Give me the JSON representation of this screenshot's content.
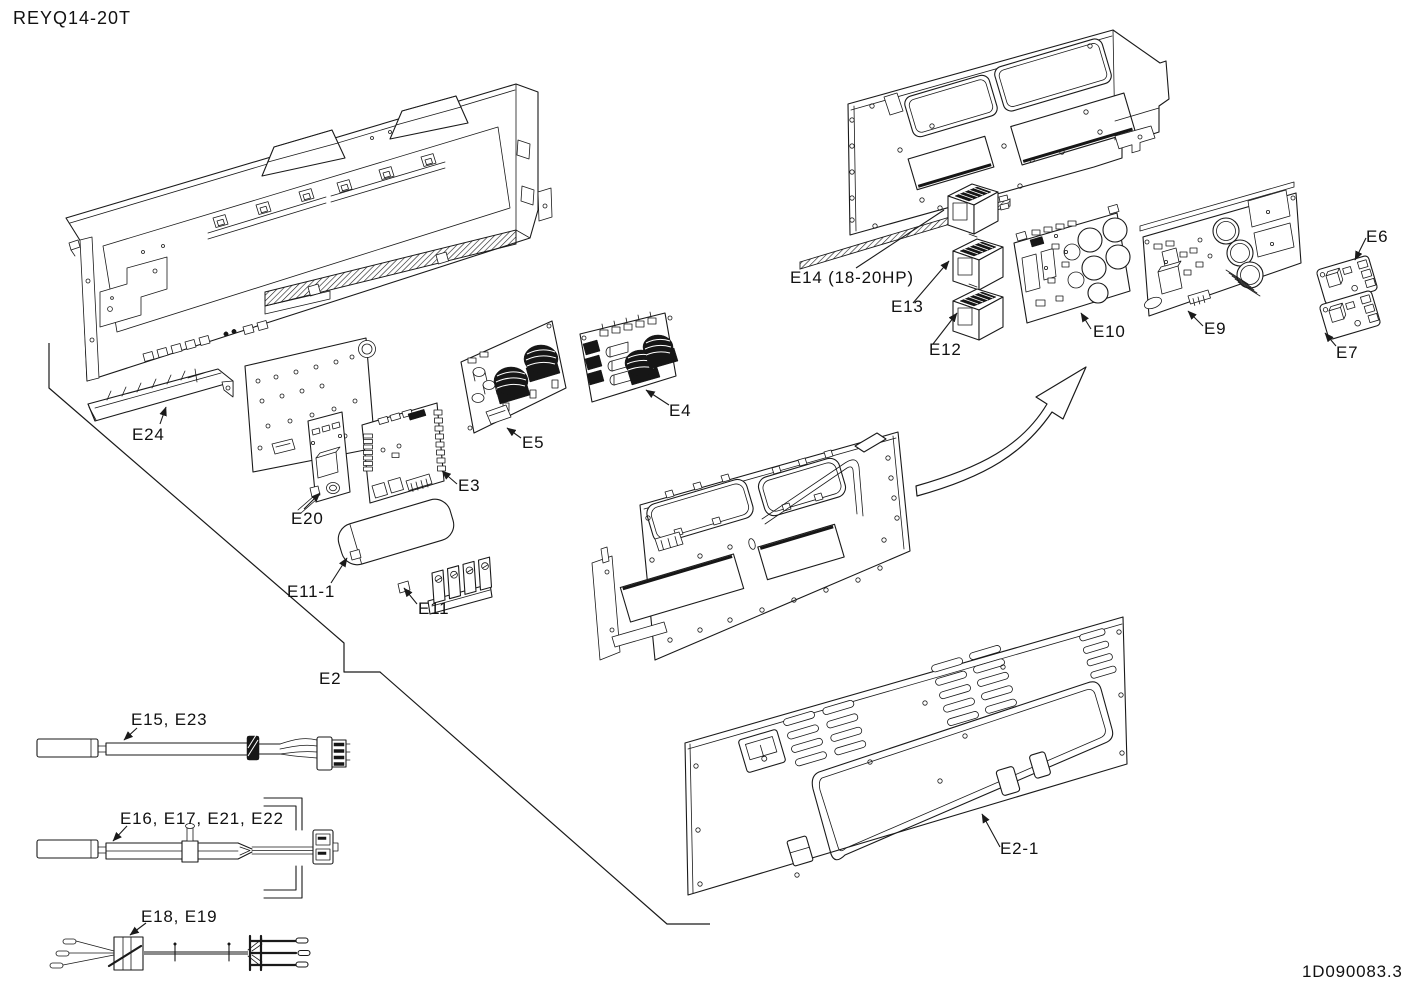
{
  "title": "REYQ14-20T",
  "drawing_number": "1D090083.3",
  "line_color": "#1a1a1a",
  "background_color": "#ffffff",
  "parts": {
    "e2": "E2",
    "e2_1": "E2-1",
    "e3": "E3",
    "e4": "E4",
    "e5": "E5",
    "e6": "E6",
    "e7": "E7",
    "e9": "E9",
    "e10": "E10",
    "e11": "E11",
    "e11_1": "E11-1",
    "e12": "E12",
    "e13": "E13",
    "e14": "E14 (18-20HP)",
    "e15_e23": "E15, E23",
    "e16_e17_e21_e22": "E16, E17, E21, E22",
    "e18_e19": "E18, E19",
    "e20": "E20",
    "e24": "E24"
  }
}
